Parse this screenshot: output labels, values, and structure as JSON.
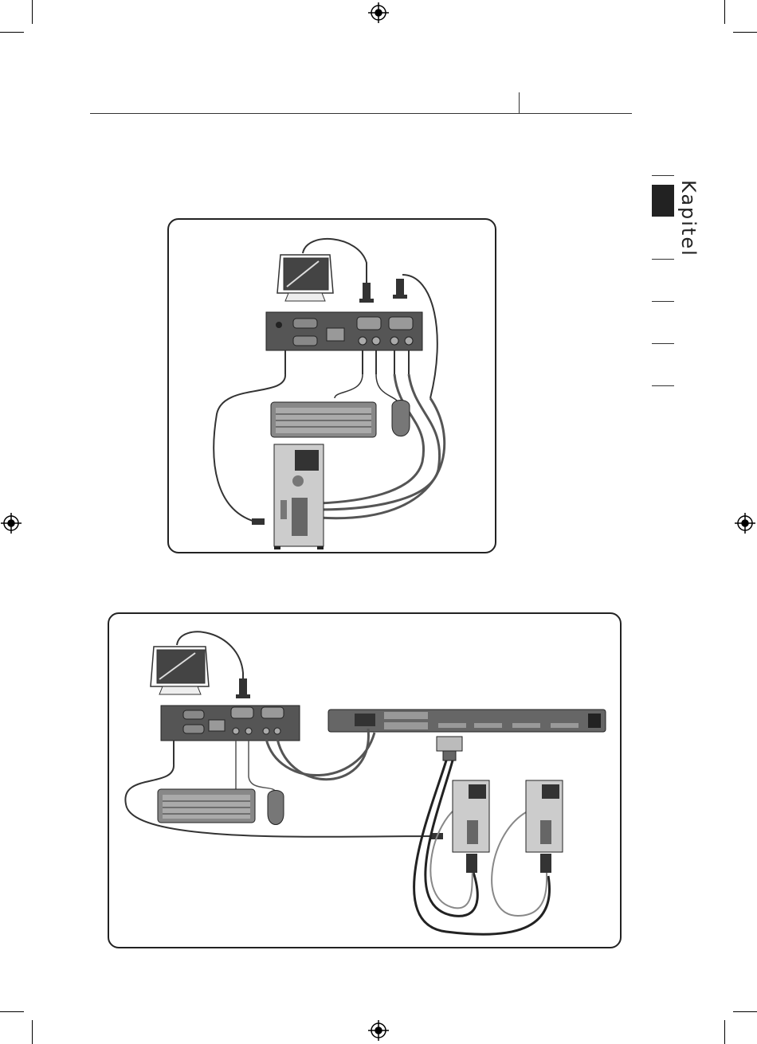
{
  "side_tab": {
    "label": "Kapitel",
    "color": "#222222"
  },
  "figures": [
    {
      "name": "single-computer-setup"
    },
    {
      "name": "cascaded-switch-setup"
    }
  ],
  "icons": [
    "registration-mark-icon",
    "monitor-icon",
    "keyboard-icon",
    "mouse-icon",
    "computer-tower-icon",
    "kvm-extender-icon",
    "rack-kvm-switch-icon"
  ]
}
